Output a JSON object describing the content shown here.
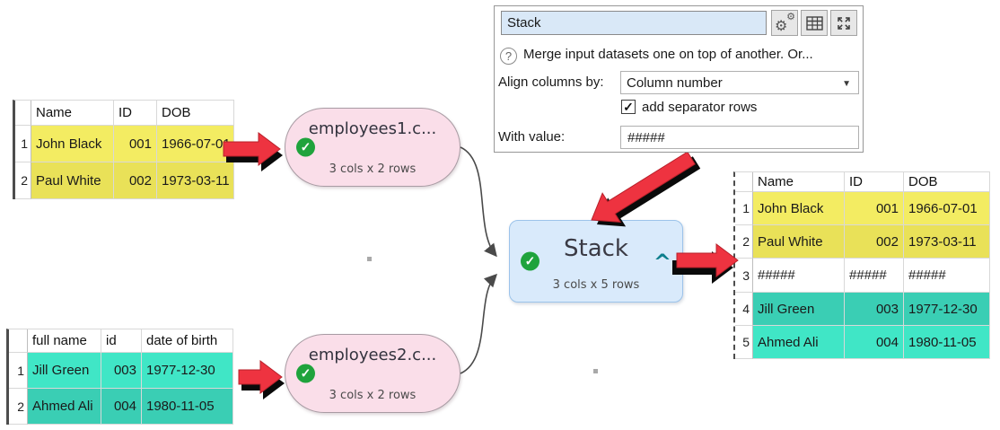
{
  "panel": {
    "title_value": "Stack",
    "help_text": "Merge input datasets one on top of another. Or...",
    "align_label": "Align columns by:",
    "align_value": "Column number",
    "separator_label": "add separator rows",
    "with_value_label": "With value:",
    "with_value": "#####"
  },
  "icons": {
    "check": "✓",
    "help": "?",
    "gear": "⚙",
    "dropdown_caret": "▼"
  },
  "nodes": {
    "input1": {
      "title": "employees1.c...",
      "subtitle": "3 cols x 2 rows"
    },
    "input2": {
      "title": "employees2.c...",
      "subtitle": "3 cols x 2 rows"
    },
    "stack": {
      "title": "Stack",
      "subtitle": "3 cols x 5 rows",
      "collapse_caret": "^"
    }
  },
  "tables": {
    "left_top": {
      "headers": [
        "Name",
        "ID",
        "DOB"
      ],
      "rows": [
        {
          "num": "1",
          "name": "John Black",
          "id": "001",
          "dob": "1966-07-01"
        },
        {
          "num": "2",
          "name": "Paul White",
          "id": "002",
          "dob": "1973-03-11"
        }
      ]
    },
    "left_bottom": {
      "headers": [
        "full name",
        "id",
        "date of birth"
      ],
      "rows": [
        {
          "num": "1",
          "name": "Jill Green",
          "id": "003",
          "dob": "1977-12-30"
        },
        {
          "num": "2",
          "name": "Ahmed Ali",
          "id": "004",
          "dob": "1980-11-05"
        }
      ]
    },
    "right": {
      "headers": [
        "Name",
        "ID",
        "DOB"
      ],
      "rows": [
        {
          "num": "1",
          "name": "John Black",
          "id": "001",
          "dob": "1966-07-01"
        },
        {
          "num": "2",
          "name": "Paul White",
          "id": "002",
          "dob": "1973-03-11"
        },
        {
          "num": "3",
          "name": "#####",
          "id": "#####",
          "dob": "#####"
        },
        {
          "num": "4",
          "name": "Jill Green",
          "id": "003",
          "dob": "1977-12-30"
        },
        {
          "num": "5",
          "name": "Ahmed Ali",
          "id": "004",
          "dob": "1980-11-05"
        }
      ]
    }
  },
  "colors": {
    "yellow": "#f3ec62",
    "yellow_dark": "#e9e158",
    "teal": "#40e6c6",
    "teal_dark": "#3aceb4",
    "pink": "#fadee9",
    "blue": "#d9eafb",
    "red": "#ee3340",
    "green": "#1fa33c",
    "caret": "#0e7f8d"
  }
}
